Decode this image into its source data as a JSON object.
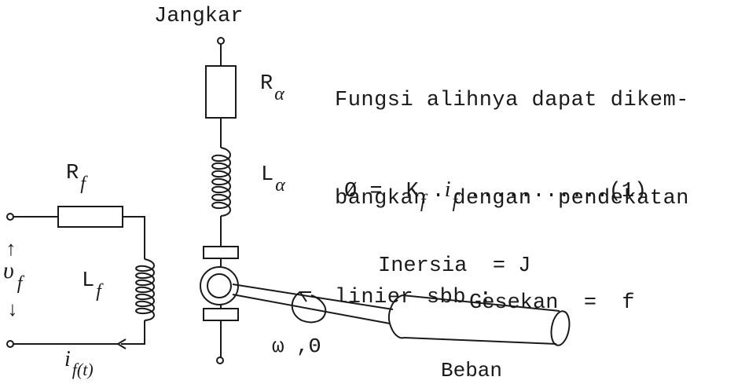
{
  "armature_label": "Jangkar",
  "armature_resistor": {
    "base": "R",
    "sub": "α"
  },
  "armature_inductor": {
    "base": "L",
    "sub": "α"
  },
  "field_resistor": {
    "base": "R",
    "sub": "f"
  },
  "field_inductor": {
    "base": "L",
    "sub": "f"
  },
  "field_voltage": {
    "arrow_up": "↑",
    "base": "υ",
    "sub": "f",
    "arrow_down": "↓"
  },
  "field_current": {
    "base": "i",
    "sub": "f(t)"
  },
  "rotation": "ω ,Θ",
  "load_label": "Beban",
  "paragraph": {
    "line1": "Fungsi alihnya dapat dikem-",
    "line2": "bangkan  dengan  pendekatan",
    "line3": "linier sbb :"
  },
  "equation": {
    "phi": "Ø =",
    "K": "K",
    "K_sub": "f",
    "dot": ".",
    "i": "i",
    "i_sub": "f",
    "dots": " ...........",
    "number": "(1)"
  },
  "inertia": "Inersia  = J",
  "friction": "Gesekan  =  f"
}
